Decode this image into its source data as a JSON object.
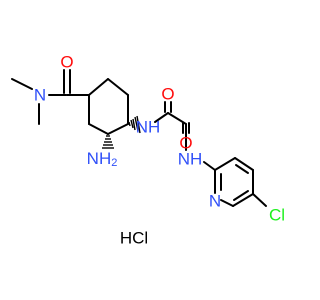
{
  "molecule": {
    "atoms": {
      "carbonyl_oxygen": "O",
      "dimethylamide_nitrogen": "N",
      "amine": {
        "element": "N",
        "hydrogens": "H",
        "count": "2"
      },
      "amide_nh_1": "NH",
      "oxalyl_oxygen_1": "O",
      "oxalyl_oxygen_2": "O",
      "amide_nh_2": "NH",
      "pyridine_nitrogen": "N",
      "chlorine": "Cl"
    },
    "salt": "HCl"
  },
  "colors": {
    "oxygen": "#ff0d0d",
    "nitrogen": "#3050f8",
    "chlorine": "#1ff01f",
    "bond": "#000000",
    "text": "#000000"
  }
}
